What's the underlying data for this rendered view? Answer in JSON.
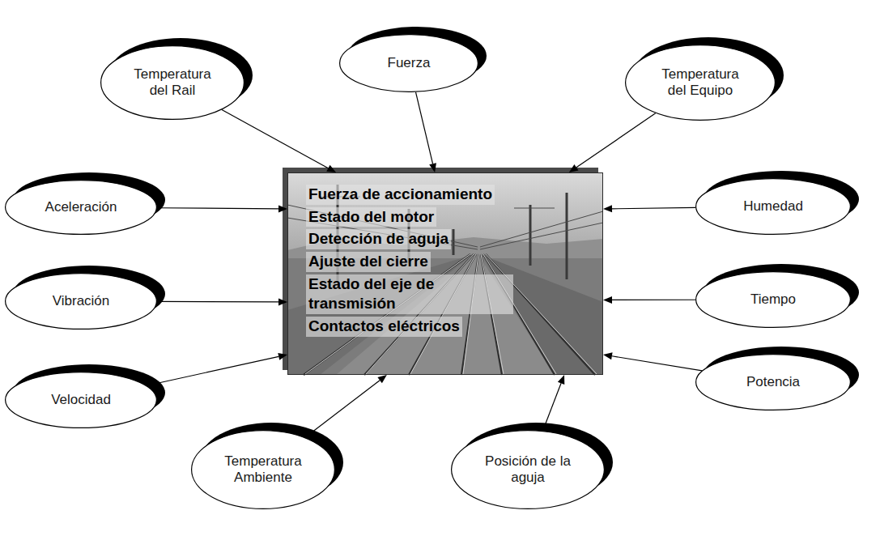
{
  "diagram": {
    "nodes": [
      {
        "text": [
          "Temperatura del Rail"
        ]
      },
      {
        "text": [
          "Fuerza"
        ]
      },
      {
        "text": [
          "Temperatura del Equipo"
        ]
      },
      {
        "text": [
          "Aceleración"
        ]
      },
      {
        "text": [
          "Fuerza de accionamiento",
          "Estado del motor",
          "Detección de aguja",
          "Ajuste del cierre",
          "Estado del eje de transmisión",
          "Contactos eléctricos"
        ]
      },
      {
        "text": [
          "Humedad"
        ]
      },
      {
        "text": [
          "Vibración"
        ]
      },
      {
        "text": [
          "Tiempo"
        ]
      },
      {
        "text": [
          "Velocidad"
        ]
      },
      {
        "text": [
          "Potencia"
        ]
      },
      {
        "text": [
          "Temperatura Ambiente"
        ]
      },
      {
        "text": [
          "Posición de la aguja"
        ]
      }
    ],
    "edges": [
      {
        "from": 0,
        "to": 4,
        "arrow": "to"
      },
      {
        "from": 1,
        "to": 4,
        "arrow": "to"
      },
      {
        "from": 2,
        "to": 4,
        "arrow": "to"
      },
      {
        "from": 3,
        "to": 4,
        "arrow": "to"
      },
      {
        "from": 5,
        "to": 4,
        "arrow": "to"
      },
      {
        "from": 6,
        "to": 4,
        "arrow": "to"
      },
      {
        "from": 7,
        "to": 4,
        "arrow": "to"
      },
      {
        "from": 8,
        "to": 4,
        "arrow": "to"
      },
      {
        "from": 9,
        "to": 4,
        "arrow": "to"
      },
      {
        "from": 10,
        "to": 4,
        "arrow": "to"
      },
      {
        "from": 11,
        "to": 4,
        "arrow": "to"
      }
    ]
  }
}
